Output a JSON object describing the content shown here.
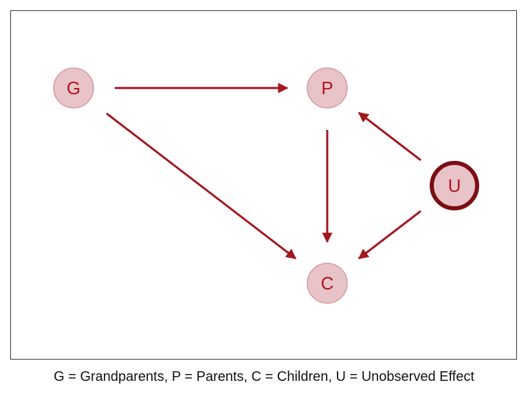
{
  "diagram": {
    "nodes": [
      {
        "id": "G",
        "label": "G",
        "observed": true
      },
      {
        "id": "P",
        "label": "P",
        "observed": true
      },
      {
        "id": "C",
        "label": "C",
        "observed": true
      },
      {
        "id": "U",
        "label": "U",
        "observed": false
      }
    ],
    "edges": [
      {
        "from": "G",
        "to": "P"
      },
      {
        "from": "G",
        "to": "C"
      },
      {
        "from": "P",
        "to": "C"
      },
      {
        "from": "U",
        "to": "P"
      },
      {
        "from": "U",
        "to": "C"
      }
    ],
    "caption": "G = Grandparents, P = Parents, C = Children, U = Unobserved Effect"
  },
  "colors": {
    "edge": "#a3161f",
    "node_fill": "#e8c3c7",
    "node_outline": "#d49aa0",
    "node_text": "#b3141e",
    "unobserved_outline": "#7a0f14"
  }
}
